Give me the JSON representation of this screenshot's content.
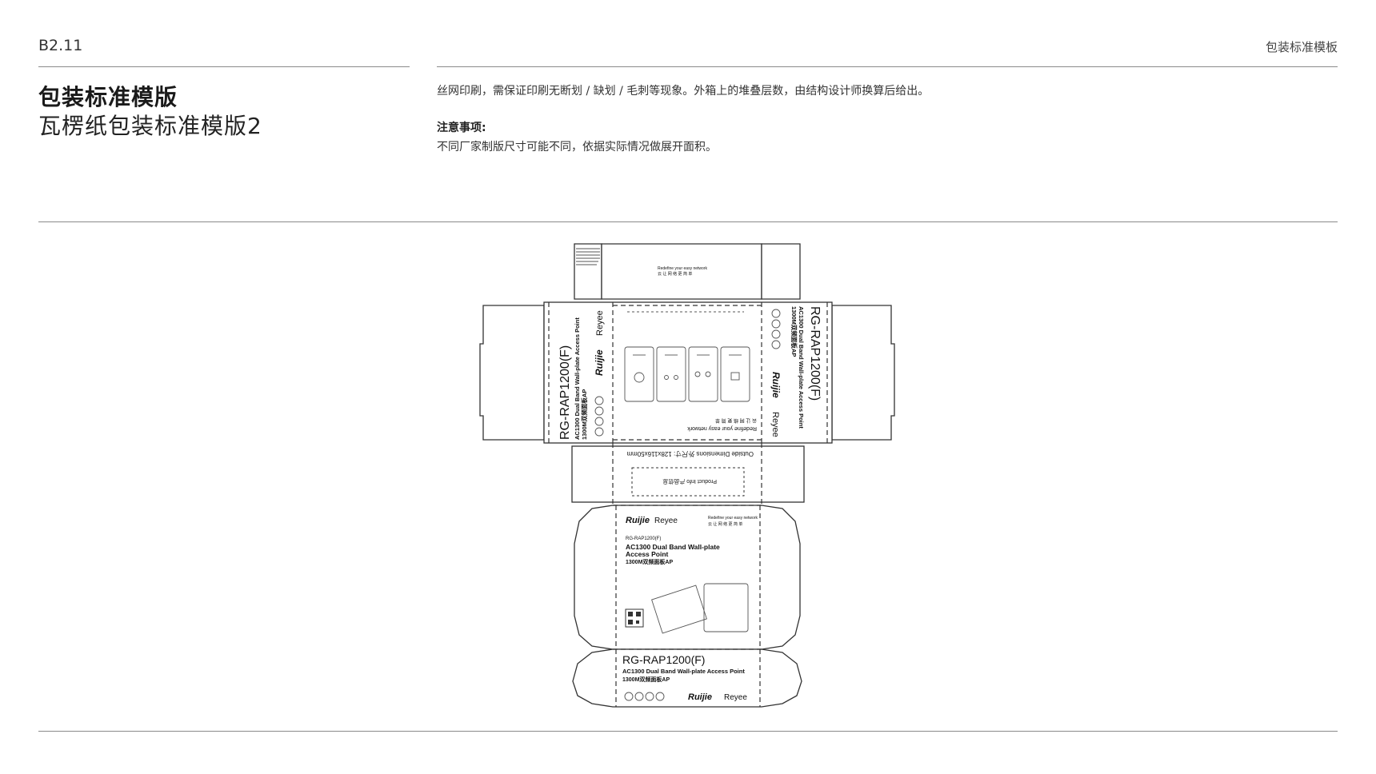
{
  "header": {
    "page_code": "B2.11",
    "section_title": "包装标准模板"
  },
  "titles": {
    "main": "包装标准模版",
    "sub": "瓦楞纸包装标准模版2"
  },
  "description": {
    "line1": "丝网印刷，需保证印刷无断划 / 缺划 / 毛刺等现象。外箱上的堆叠层数，由结构设计师换算后给出。",
    "note_title": "注意事项:",
    "note_text": "不同厂家制版尺寸可能不同，依据实际情况做展开面积。"
  },
  "dieline": {
    "model": "RG-RAP1200(F)",
    "model_small": "RG-RAP1200(F)",
    "product_line1": "AC1300 Dual Band Wall-plate",
    "product_line2": "Access Point",
    "product_full": "AC1300 Dual Band Wall-plate Access Point",
    "product_cn": "1300M双频面板AP",
    "brand_ruijie": "Ruijie",
    "brand_reyee": "Reyee",
    "slogan": "Redefine your easy network",
    "slogan_cn": "云 让 网 络 更 简 单",
    "dimensions": "Outside Dimensions 外尺寸: 128x116x50mm",
    "product_info": "Product Info 产品信息",
    "colors": {
      "line": "#333333",
      "rule": "#8a8a8a",
      "text": "#222222"
    }
  }
}
